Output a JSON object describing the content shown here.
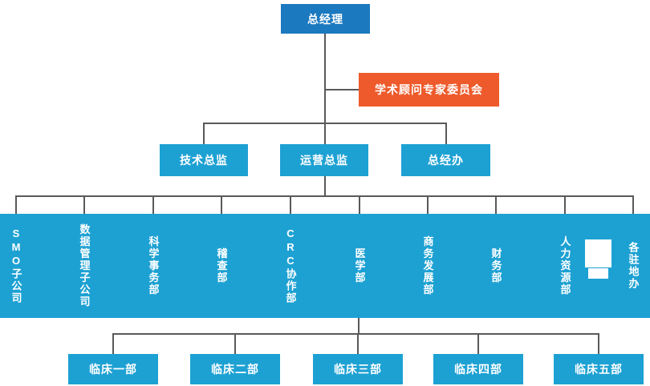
{
  "chart": {
    "type": "org-chart",
    "root": "总经理",
    "advisory": "学术顾问专家委员会",
    "level2": [
      "技术总监",
      "运营总监",
      "总经办"
    ],
    "departments": [
      "SMO子公司",
      "数据管理子公司",
      "科学事务部",
      "稽查部",
      "CRC协作部",
      "医学部",
      "商务发展部",
      "财务部",
      "人力资源部",
      "各驻地办"
    ],
    "clinical": [
      "临床一部",
      "临床二部",
      "临床三部",
      "临床四部",
      "临床五部"
    ],
    "colors": {
      "root_blue": "#1b79bf",
      "cyan_blue": "#1da1d3",
      "advisory_orange": "#ee5a2b",
      "connector_gray": "#595959",
      "label_text": "#ffffff",
      "background": "#ffffff"
    }
  }
}
